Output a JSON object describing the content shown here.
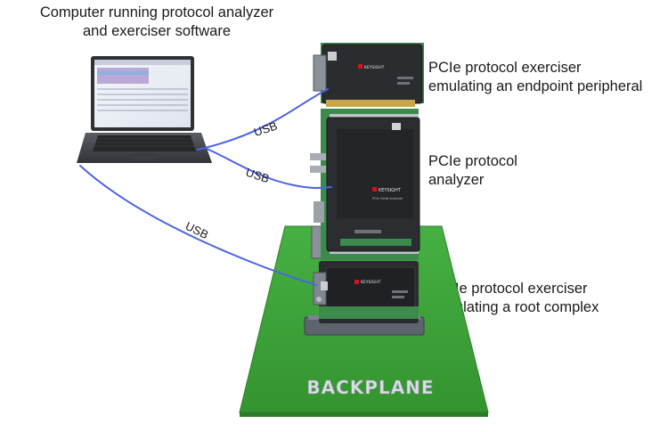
{
  "labels": {
    "computer": [
      "Computer running protocol analyzer",
      "and exerciser software"
    ],
    "exerciser_endpoint": [
      "PCIe protocol exerciser",
      "emulating an endpoint peripheral"
    ],
    "analyzer": [
      "PCIe protocol",
      "analyzer"
    ],
    "exerciser_root": [
      "PCIe protocol exerciser",
      "emulating a root complex"
    ]
  },
  "cables": {
    "usb_top": "USB",
    "usb_middle": "USB",
    "usb_bottom": "USB"
  },
  "backplane": {
    "label": "BACKPLANE"
  },
  "cards": {
    "brand": "KEYSIGHT",
    "analyzer_model": "PCIe Gen6 Analyzer"
  },
  "colors": {
    "cable": "#4b63e6",
    "backplane": "#3ea83b",
    "backplane_text": "#d9dde6",
    "card_body": "#2b2d30",
    "pcb": "#3c8a4c",
    "laptop": "#4a4d52",
    "keysight_red": "#d4141d"
  }
}
